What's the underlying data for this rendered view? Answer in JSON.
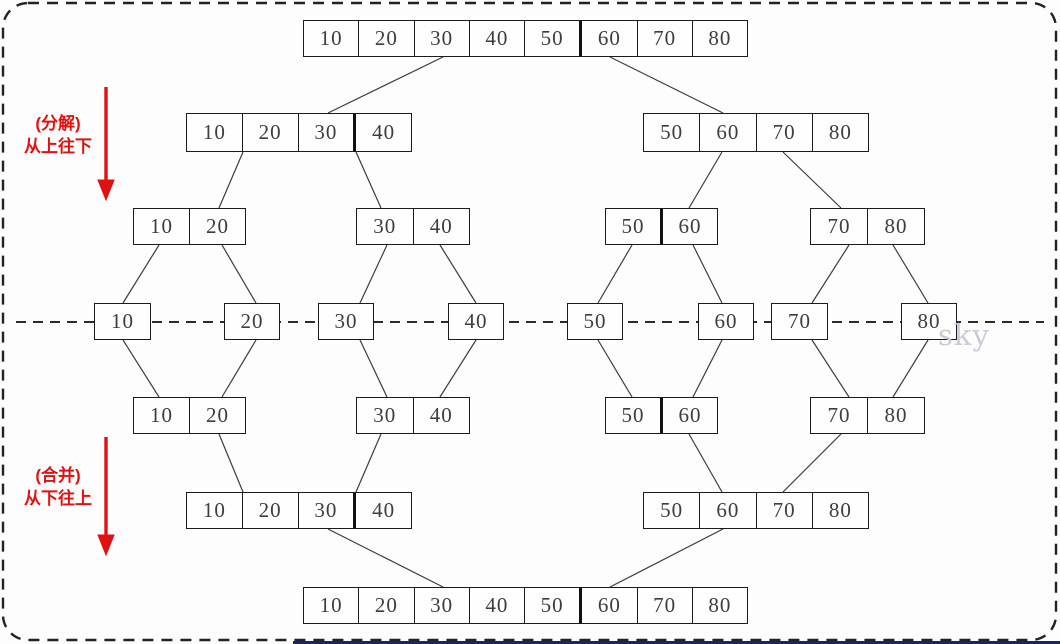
{
  "diagram": {
    "watermark": "sky",
    "labels": {
      "decompose_title": "(分解)",
      "decompose_subtitle": "从上往下",
      "merge_title": "(合并)",
      "merge_subtitle": "从下往上"
    },
    "colors": {
      "accent_red": "#e01111",
      "box_border": "#1b1b1b",
      "number_text": "#3d3d3d",
      "wire": "#3c3c3c",
      "watermark_gray": "#c9cbd9",
      "progress_blue": "#1a2370"
    },
    "nodes": [
      {
        "id": "top-array",
        "cells": [
          "10",
          "20",
          "30",
          "40",
          "50",
          "60",
          "70",
          "80"
        ],
        "bold_divider_after": 4
      },
      {
        "id": "upper-left-half",
        "cells": [
          "10",
          "20",
          "30",
          "40"
        ],
        "bold_divider_after": 2
      },
      {
        "id": "upper-right-half",
        "cells": [
          "50",
          "60",
          "70",
          "80"
        ]
      },
      {
        "id": "upper-pair-10-20",
        "cells": [
          "10",
          "20"
        ]
      },
      {
        "id": "upper-pair-30-40",
        "cells": [
          "30",
          "40"
        ]
      },
      {
        "id": "upper-pair-50-60",
        "cells": [
          "50",
          "60"
        ],
        "bold_divider_after": 0
      },
      {
        "id": "upper-pair-70-80",
        "cells": [
          "70",
          "80"
        ]
      },
      {
        "id": "single-10",
        "cells": [
          "10"
        ]
      },
      {
        "id": "single-20",
        "cells": [
          "20"
        ]
      },
      {
        "id": "single-30",
        "cells": [
          "30"
        ]
      },
      {
        "id": "single-40",
        "cells": [
          "40"
        ]
      },
      {
        "id": "single-50",
        "cells": [
          "50"
        ]
      },
      {
        "id": "single-60",
        "cells": [
          "60"
        ]
      },
      {
        "id": "single-70",
        "cells": [
          "70"
        ]
      },
      {
        "id": "single-80",
        "cells": [
          "80"
        ]
      },
      {
        "id": "lower-pair-10-20",
        "cells": [
          "10",
          "20"
        ]
      },
      {
        "id": "lower-pair-30-40",
        "cells": [
          "30",
          "40"
        ]
      },
      {
        "id": "lower-pair-50-60",
        "cells": [
          "50",
          "60"
        ],
        "bold_divider_after": 0
      },
      {
        "id": "lower-pair-70-80",
        "cells": [
          "70",
          "80"
        ]
      },
      {
        "id": "lower-left-half",
        "cells": [
          "10",
          "20",
          "30",
          "40"
        ],
        "bold_divider_after": 2
      },
      {
        "id": "lower-right-half",
        "cells": [
          "50",
          "60",
          "70",
          "80"
        ]
      },
      {
        "id": "bottom-array",
        "cells": [
          "10",
          "20",
          "30",
          "40",
          "50",
          "60",
          "70",
          "80"
        ],
        "bold_divider_after": 4
      }
    ]
  }
}
